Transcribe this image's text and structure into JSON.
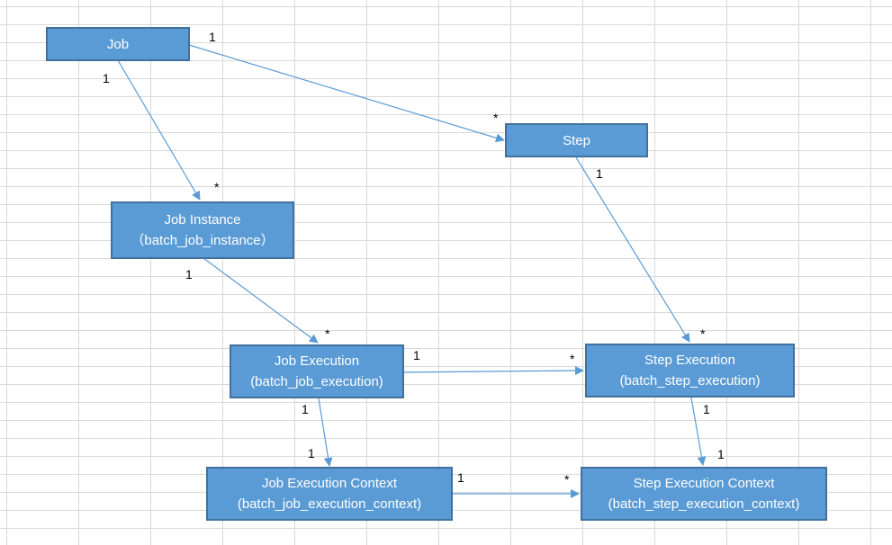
{
  "colors": {
    "box_fill": "#5b9bd5",
    "box_border": "#41719c",
    "box_text": "#ffffff",
    "arrow": "#5b9bd5",
    "grid": "#d9d9d9"
  },
  "nodes": {
    "job": {
      "line1": "Job"
    },
    "step": {
      "line1": "Step"
    },
    "job_instance": {
      "line1": "Job Instance",
      "line2": "（batch_job_instance）"
    },
    "job_execution": {
      "line1": "Job Execution",
      "line2": "(batch_job_execution)"
    },
    "step_execution": {
      "line1": "Step Execution",
      "line2": "(batch_step_execution)"
    },
    "job_execution_context": {
      "line1": "Job Execution Context",
      "line2": "(batch_job_execution_context)"
    },
    "step_execution_context": {
      "line1": "Step Execution Context",
      "line2": "(batch_step_execution_context)"
    }
  },
  "multiplicities": {
    "job_step_one": "1",
    "job_step_many": "*",
    "job_instance_one": "1",
    "job_instance_many": "*",
    "instance_execution_one": "1",
    "instance_execution_many": "*",
    "step_stepexec_one": "1",
    "step_stepexec_many": "*",
    "exec_stepexec_one": "1",
    "exec_stepexec_many": "*",
    "exec_context_one_a": "1",
    "exec_context_one_b": "1",
    "stepexec_context_one_a": "1",
    "stepexec_context_one_b": "1",
    "context_context_one": "1",
    "context_context_many": "*"
  }
}
